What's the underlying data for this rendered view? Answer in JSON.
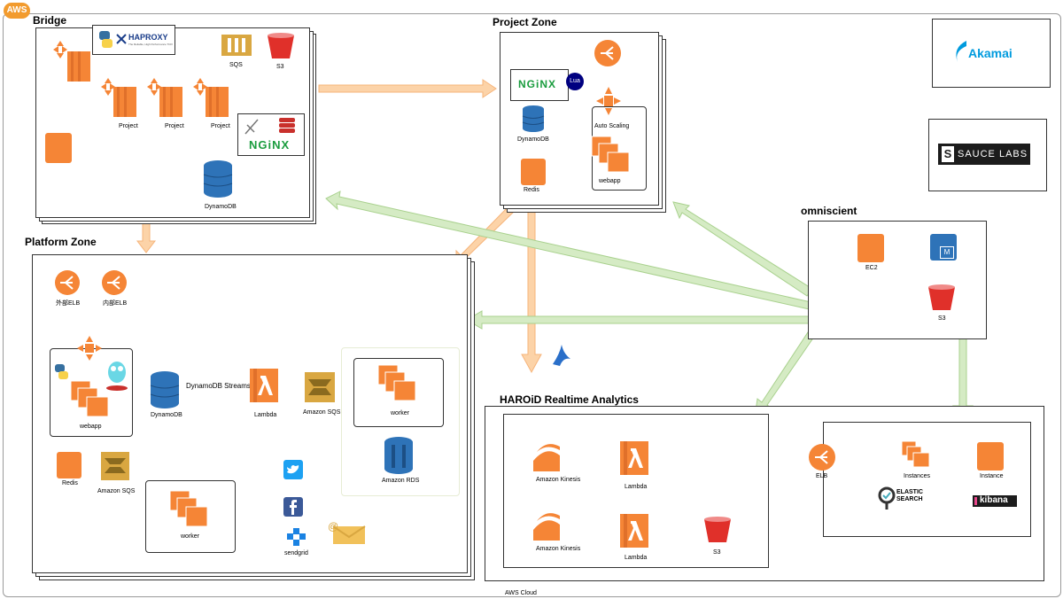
{
  "aws_badge": "AWS",
  "cloud_label": "AWS Cloud",
  "colors": {
    "aws_orange": "#f58536",
    "db_blue": "#2e73b8",
    "arrow_orange": "#fcd3a8",
    "arrow_green": "#d5ebc4",
    "nginx_green": "#1a9c3e",
    "pink_line": "#e0287a"
  },
  "bridge": {
    "title": "Bridge",
    "project_labels": [
      "Project",
      "Project",
      "Project"
    ],
    "sqs_label": "SQS",
    "s3_label": "S3",
    "dynamodb_label": "DynamoDB",
    "haproxy_text": "HAPROXY",
    "haproxy_tagline": "The Reliable, High Performance TCP/HTTP Load Balancer",
    "nginx_text": "NGiNX"
  },
  "project_zone": {
    "title": "Project Zone",
    "nginx_text": "NGiNX",
    "lua_text": "Lua",
    "dynamodb_label": "DynamoDB",
    "redis_label": "Redis",
    "autoscaling_label": "Auto Scaling",
    "webapp_label": "webapp"
  },
  "platform_zone": {
    "title": "Platform Zone",
    "elb_external": "外部ELB",
    "elb_internal": "内部ELB",
    "webapp_label": "webapp",
    "dynamodb_label": "DynamoDB",
    "streams_label": "DynamoDB Streams",
    "lambda_label": "Lambda",
    "sqs_label": "Amazon SQS",
    "worker_label": "worker",
    "rds_label": "Amazon RDS",
    "redis_label": "Redis",
    "sqs2_label": "Amazon SQS",
    "worker2_label": "worker",
    "sendgrid_label": "sendgrid"
  },
  "omniscient": {
    "title": "omniscient",
    "ec2_label": "EC2",
    "s3_label": "S3",
    "memcache_glyph": "M"
  },
  "haroid": {
    "title": "HAROiD Realtime Analytics",
    "kinesis1_label": "Amazon Kinesis",
    "kinesis2_label": "Amazon Kinesis",
    "lambda1_label": "Lambda",
    "lambda2_label": "Lambda",
    "s3_label": "S3",
    "elb_label": "ELB",
    "instances_label": "Instances",
    "instance_label": "Instance",
    "elastic_text": "ELASTIC SEARCH",
    "kibana_text": "kibana"
  },
  "brands": {
    "akamai": "Akamai",
    "saucelabs": "SAUCE LABS"
  }
}
